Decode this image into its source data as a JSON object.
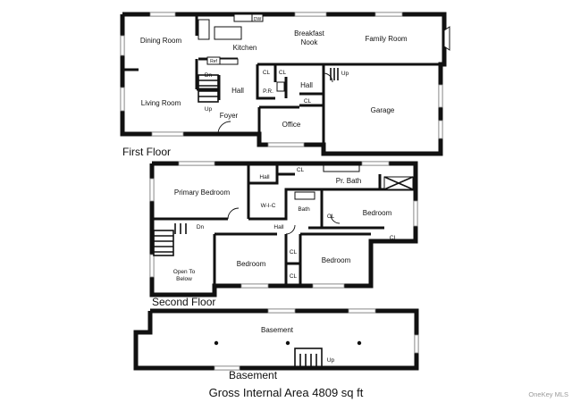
{
  "floors": {
    "first": {
      "label": "First Floor",
      "rooms": {
        "dining": "Dining Room",
        "kitchen": "Kitchen",
        "breakfast_nook": "Breakfast\nNook",
        "family": "Family Room",
        "living": "Living Room",
        "hall_left": "Hall",
        "hall_right": "Hall",
        "pr": "P.R.",
        "foyer": "Foyer",
        "office": "Office",
        "garage": "Garage",
        "cl1": "CL",
        "cl2": "CL",
        "cl3": "CL",
        "dn": "Dn",
        "up_stair": "Up",
        "up_garage": "Up",
        "dw": "DW",
        "ref": "Ref"
      }
    },
    "second": {
      "label": "Second Floor",
      "rooms": {
        "primary_bed": "Primary Bedroom",
        "hall_top": "Hall",
        "cl_top": "CL",
        "pr_bath": "Pr. Bath",
        "wic": "W-I-C",
        "bath": "Bath",
        "cl_bath": "CL",
        "bedroom_right": "Bedroom",
        "cl_right": "CL",
        "hall_mid": "Hall",
        "dn": "Dn",
        "open_below": "Open To\nBelow",
        "bedroom_mid": "Bedroom",
        "cl_mid1": "CL",
        "cl_mid2": "CL",
        "bedroom_lower": "Bedroom"
      }
    },
    "basement": {
      "label": "Basement",
      "rooms": {
        "basement": "Basement",
        "up": "Up"
      }
    }
  },
  "gross_area": "Gross Internal Area 4809 sq ft",
  "watermark": "OneKey MLS"
}
